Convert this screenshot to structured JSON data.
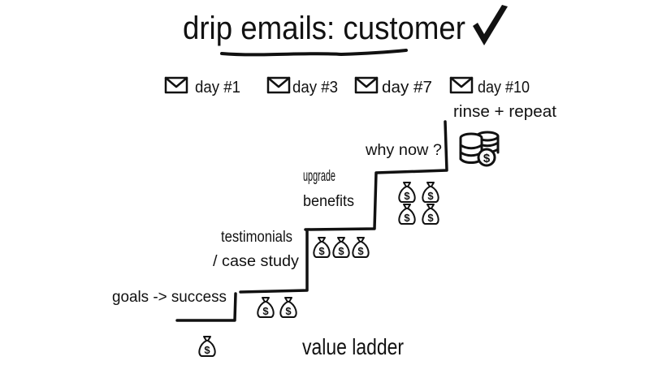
{
  "title": "drip emails: customer",
  "title_icon": "checkmark-icon",
  "emails": [
    {
      "label": "day #1",
      "icon": "envelope-icon"
    },
    {
      "label": "day #3",
      "icon": "envelope-icon"
    },
    {
      "label": "day #7",
      "icon": "envelope-icon"
    },
    {
      "label": "day #10",
      "icon": "envelope-icon"
    }
  ],
  "steps": {
    "goals": "goals -> success",
    "testimonials_line1": "testimonials",
    "testimonials_line2": "/ case study",
    "upgrade_line1": "upgrade",
    "upgrade_line2": "benefits",
    "why_now": "why now ?",
    "rinse": "rinse + repeat"
  },
  "money_bag_counts": [
    1,
    2,
    3,
    4
  ],
  "coins_icon": "coin-stack-icon",
  "caption": "value ladder",
  "colors": {
    "ink": "#111111",
    "background": "#ffffff"
  }
}
